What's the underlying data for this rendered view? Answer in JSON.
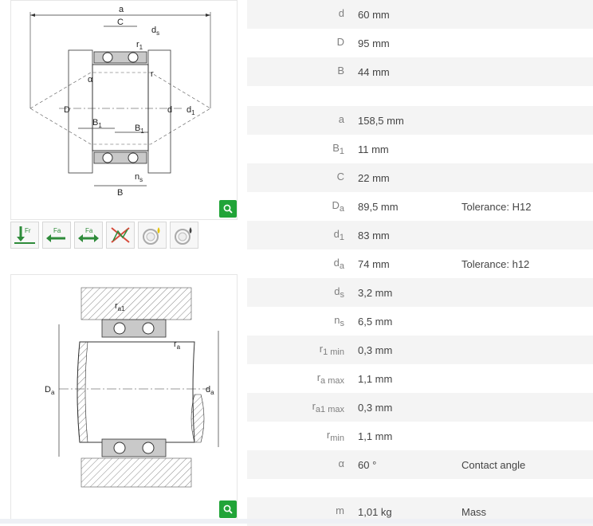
{
  "drawing_top": {
    "labels": {
      "a": "a",
      "C": "C",
      "ds": "d",
      "ds_sub": "s",
      "r1": "r",
      "r1_sub": "1",
      "r": "r",
      "alpha": "α",
      "D": "D",
      "d": "d",
      "d1": "d",
      "d1_sub": "1",
      "B1_left": "B",
      "B1_left_sub": "1",
      "B1_right": "B",
      "B1_right_sub": "1",
      "ns": "n",
      "ns_sub": "s",
      "B": "B"
    }
  },
  "drawing_bottom": {
    "labels": {
      "ra1": "r",
      "ra1_sub": "a1",
      "ra": "r",
      "ra_sub": "a",
      "Da": "D",
      "Da_sub": "a",
      "da": "d",
      "da_sub": "a"
    }
  },
  "load_icons": [
    {
      "name": "radial-load-icon",
      "text": "Fr"
    },
    {
      "name": "axial-load-one-direction-icon",
      "text": "Fa"
    },
    {
      "name": "axial-load-both-directions-icon",
      "text": "Fa"
    },
    {
      "name": "no-tilt-icon",
      "text": ""
    },
    {
      "name": "grease-lubrication-icon",
      "text": ""
    },
    {
      "name": "oil-lubrication-icon",
      "text": ""
    }
  ],
  "tables": [
    {
      "rows": [
        {
          "label": "d",
          "sub": "",
          "value": "60  mm",
          "note": ""
        },
        {
          "label": "D",
          "sub": "",
          "value": "95  mm",
          "note": ""
        },
        {
          "label": "B",
          "sub": "",
          "value": "44  mm",
          "note": ""
        }
      ]
    },
    {
      "rows": [
        {
          "label": "a",
          "sub": "",
          "value": "158,5  mm",
          "note": ""
        },
        {
          "label": "B",
          "sub": "1",
          "value": "11  mm",
          "note": ""
        },
        {
          "label": "C",
          "sub": "",
          "value": "22  mm",
          "note": ""
        },
        {
          "label": "D",
          "sub": "a",
          "value": "89,5  mm",
          "note": "Tolerance: H12"
        },
        {
          "label": "d",
          "sub": "1",
          "value": "83  mm",
          "note": ""
        },
        {
          "label": "d",
          "sub": "a",
          "value": "74  mm",
          "note": "Tolerance: h12"
        },
        {
          "label": "d",
          "sub": "s",
          "value": "3,2  mm",
          "note": ""
        },
        {
          "label": "n",
          "sub": "s",
          "value": "6,5  mm",
          "note": ""
        },
        {
          "label": "r",
          "sub": "1 min",
          "value": "0,3  mm",
          "note": ""
        },
        {
          "label": "r",
          "sub": "a max",
          "value": "1,1  mm",
          "note": ""
        },
        {
          "label": "r",
          "sub": "a1 max",
          "value": "0,3  mm",
          "note": ""
        },
        {
          "label": "r",
          "sub": "min",
          "value": "1,1  mm",
          "note": ""
        },
        {
          "label": "α",
          "sub": "",
          "value": "60  °",
          "note": "Contact angle"
        }
      ]
    },
    {
      "rows": [
        {
          "label": "m",
          "sub": "",
          "value": "1,01  kg",
          "note": "Mass"
        }
      ]
    }
  ],
  "colors": {
    "zoom": "#21a438",
    "icon_green": "#2e8b3a",
    "icon_red": "#d64a3a",
    "row_alt": "#f4f4f4"
  }
}
